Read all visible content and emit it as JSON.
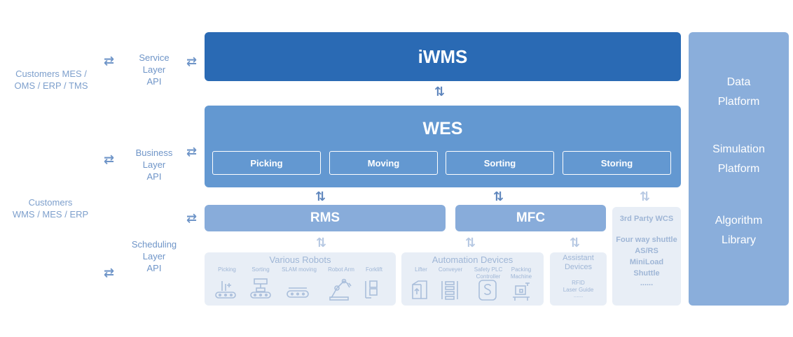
{
  "external": {
    "top": [
      "Customers MES /",
      "OMS / ERP / TMS"
    ],
    "bottom": [
      "Customers",
      "WMS / MES / ERP"
    ]
  },
  "layers": {
    "service": [
      "Service",
      "Layer",
      "API"
    ],
    "business": [
      "Business",
      "Layer",
      "API"
    ],
    "scheduling": [
      "Scheduling",
      "Layer",
      "API"
    ]
  },
  "arrows": {
    "horizontal": "⇄",
    "vertical": "⇅"
  },
  "iwms": {
    "title": "iWMS"
  },
  "wes": {
    "title": "WES",
    "modules": [
      "Picking",
      "Moving",
      "Sorting",
      "Storing"
    ]
  },
  "rms": {
    "title": "RMS"
  },
  "mfc": {
    "title": "MFC"
  },
  "robots": {
    "title": "Various Robots",
    "items": [
      "Picking",
      "Sorting",
      "SLAM moving",
      "Robot Arm",
      "Forklift"
    ]
  },
  "automation": {
    "title": "Automation Devices",
    "items": [
      "Lifter",
      "Conveyer",
      "Safety PLC\nController",
      "Packing\nMachine"
    ]
  },
  "assistant": {
    "title": [
      "Assistant",
      "Devices"
    ],
    "items": [
      "RFID",
      "Laser Guide",
      "......"
    ]
  },
  "wcs": {
    "title": "3rd Party WCS",
    "items": [
      "Four way shuttle",
      "AS/RS",
      "MiniLoad",
      "Shuttle",
      "......"
    ]
  },
  "right_panel": {
    "items": [
      [
        "Data",
        "Platform"
      ],
      [
        "Simulation",
        "Platform"
      ],
      [
        "Algorithm",
        "Library"
      ]
    ]
  },
  "colors": {
    "iwms": "#2a6ab4",
    "wes": "#6398d1",
    "rms_mfc": "#88acda",
    "panel": "#e8eef6",
    "right_panel": "#8aaedb"
  }
}
